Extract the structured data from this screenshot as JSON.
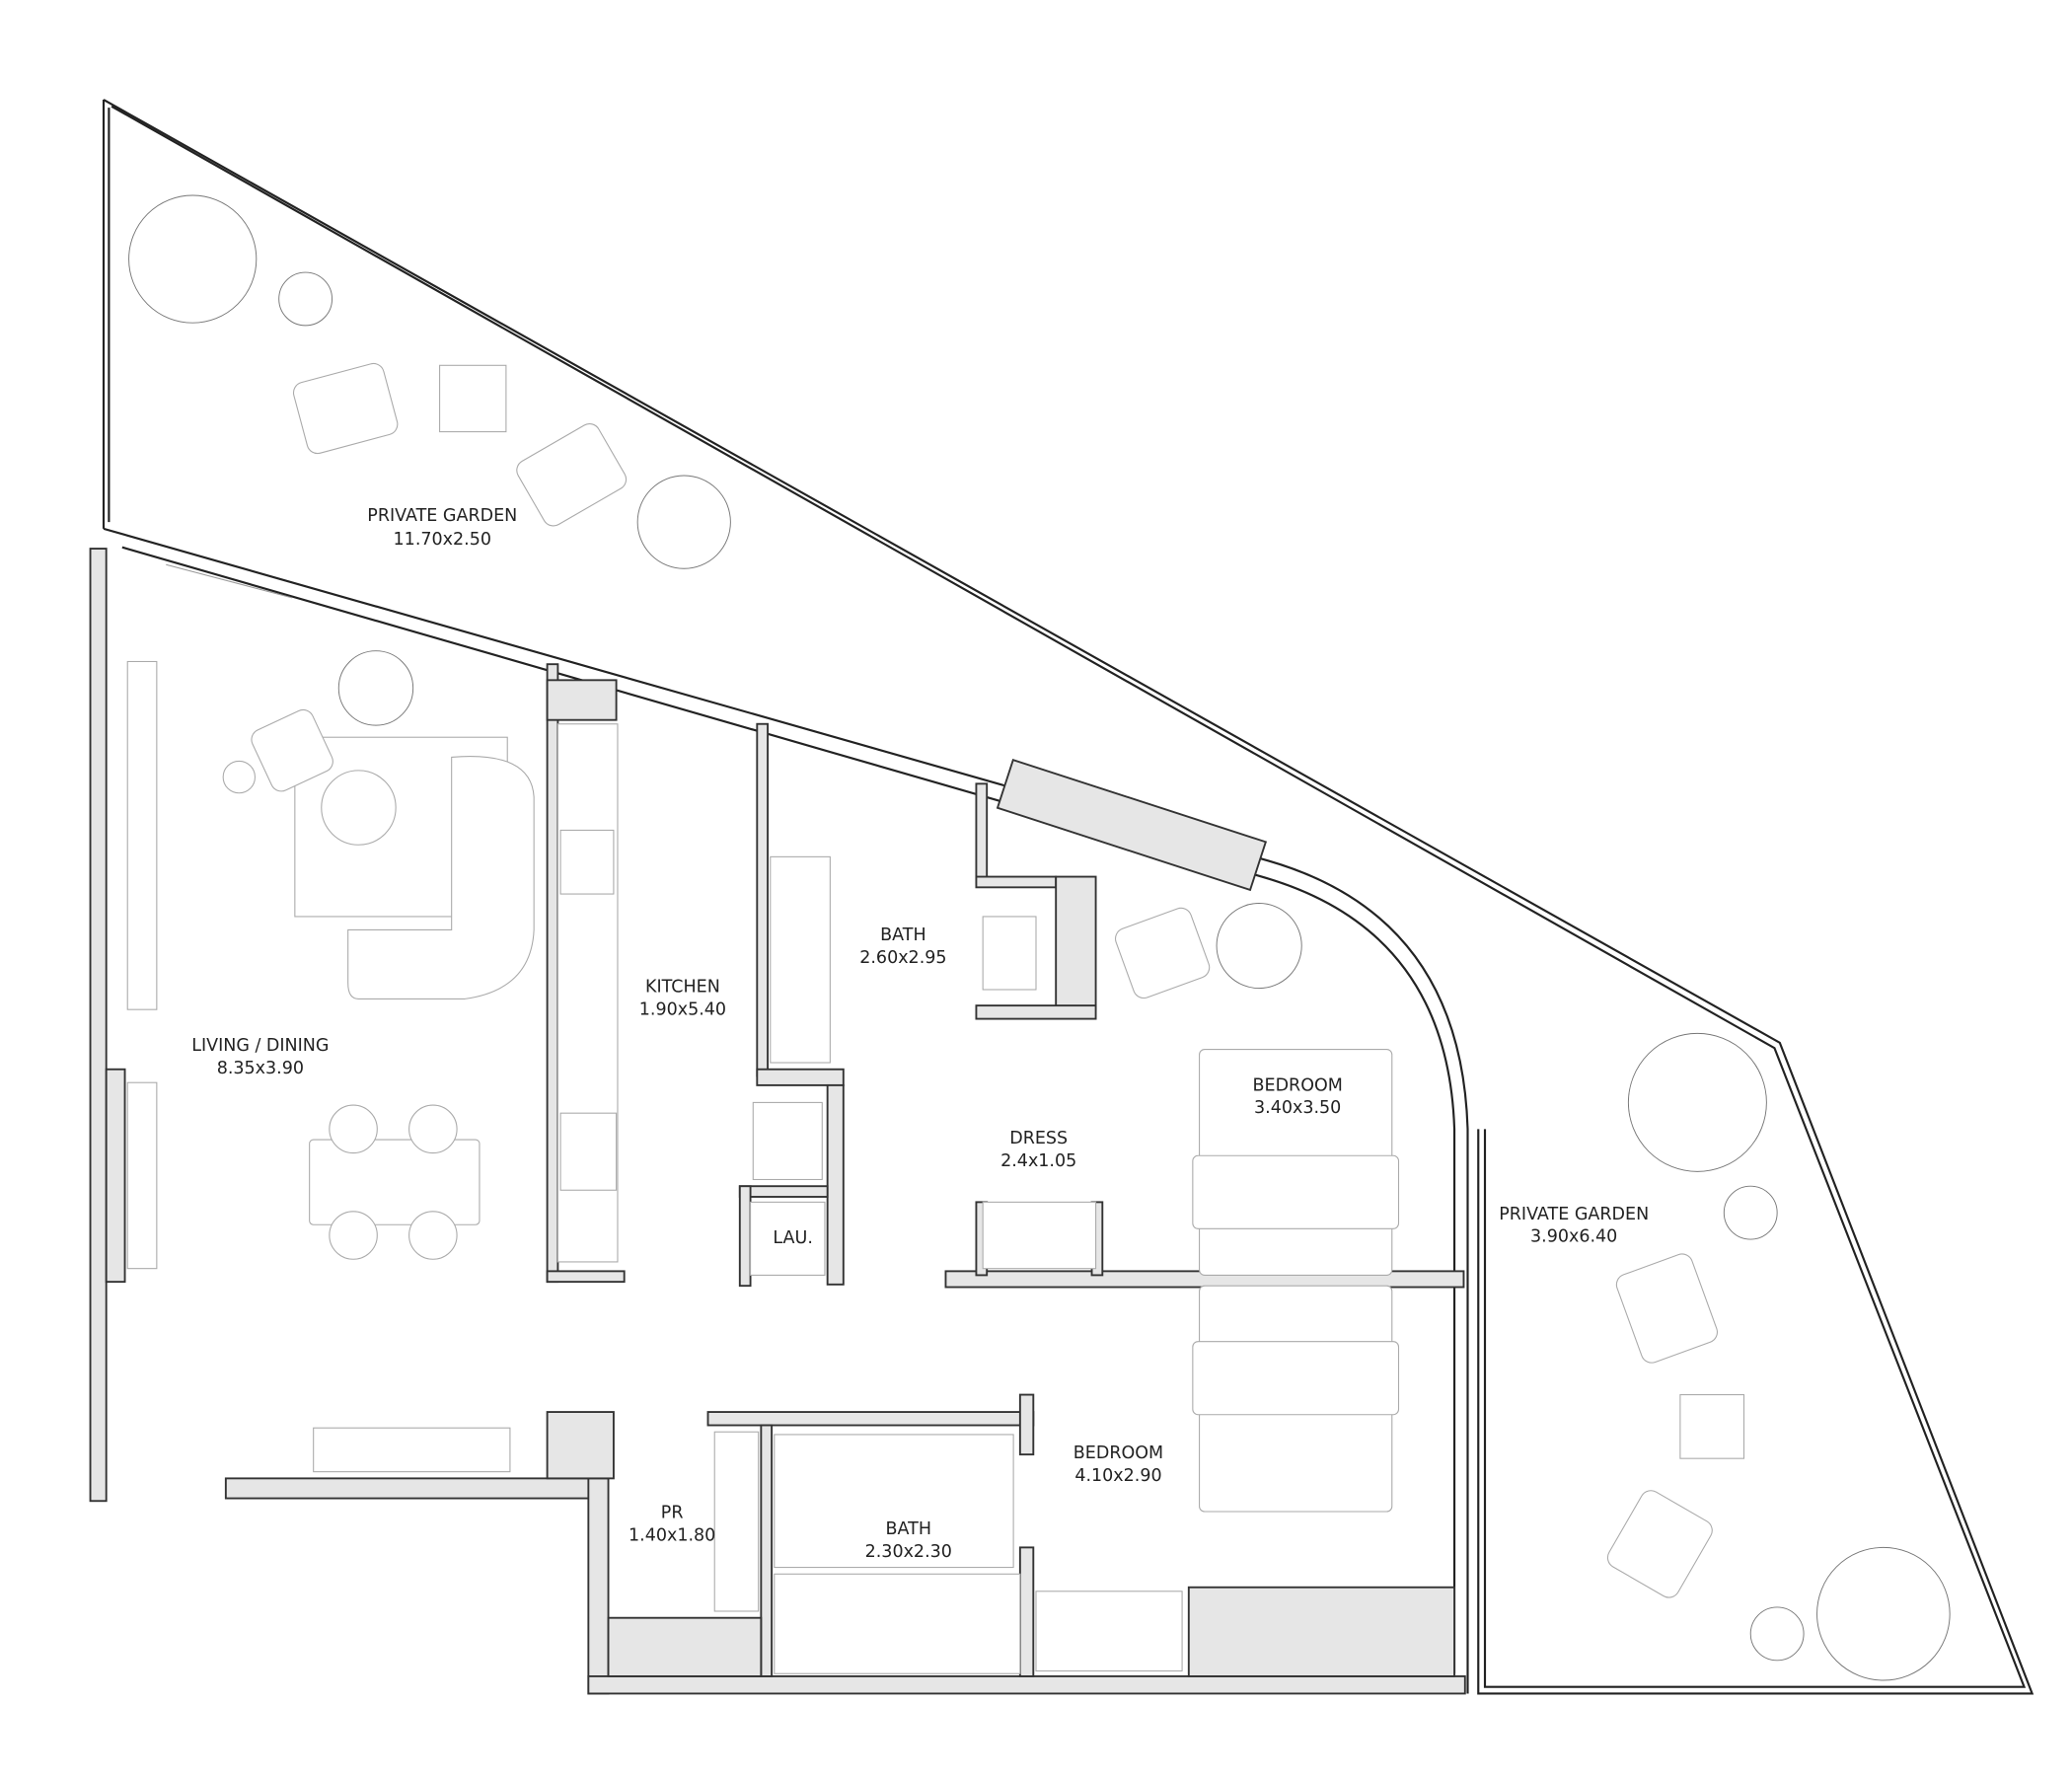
{
  "plan": {
    "rooms": [
      {
        "id": "garden-top",
        "name": "PRIVATE GARDEN",
        "size": "11.70x2.50"
      },
      {
        "id": "living",
        "name": "LIVING / DINING",
        "size": "8.35x3.90"
      },
      {
        "id": "kitchen",
        "name": "KITCHEN",
        "size": "1.90x5.40"
      },
      {
        "id": "bath1",
        "name": "BATH",
        "size": "2.60x2.95"
      },
      {
        "id": "bedroom1",
        "name": "BEDROOM",
        "size": "3.40x3.50"
      },
      {
        "id": "dress",
        "name": "DRESS",
        "size": "2.4x1.05"
      },
      {
        "id": "laundry",
        "name": "LAU.",
        "size": ""
      },
      {
        "id": "garden-right",
        "name": "PRIVATE GARDEN",
        "size": "3.90x6.40"
      },
      {
        "id": "bedroom2",
        "name": "BEDROOM",
        "size": "4.10x2.90"
      },
      {
        "id": "pr",
        "name": "PR",
        "size": "1.40x1.80"
      },
      {
        "id": "bath2",
        "name": "BATH",
        "size": "2.30x2.30"
      }
    ]
  }
}
